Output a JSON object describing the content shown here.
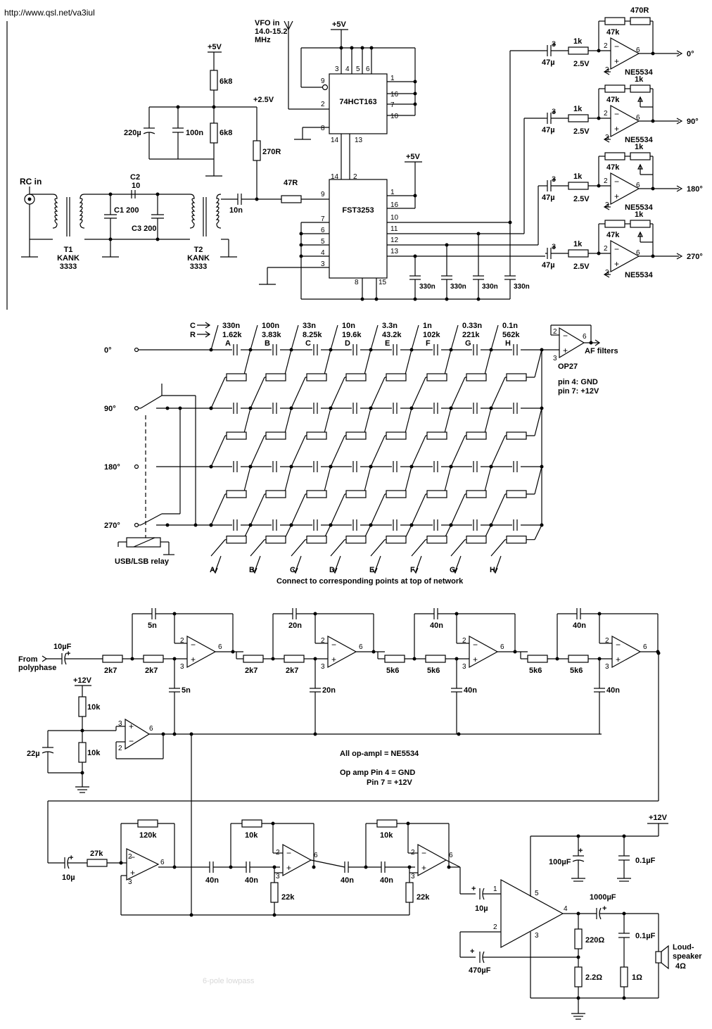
{
  "url": "http://www.qsl.net/va3iul",
  "top": {
    "rc_in": "RC in",
    "vfo_in": [
      "VFO in",
      "14.0-15.2",
      "MHz"
    ],
    "plus5v": "+5V",
    "plus2v5": "+2.5V",
    "t1": [
      "T1",
      "KANK",
      "3333"
    ],
    "t2": [
      "T2",
      "KANK",
      "3333"
    ],
    "c1": "C1 200",
    "c2": [
      "C2",
      "10"
    ],
    "c3": "C3 200",
    "c10n": "10n",
    "r47": "47R",
    "r270": "270R",
    "r6k8a": "6k8",
    "r6k8b": "6k8",
    "c220u": "220µ",
    "c100n": "100n",
    "counter": "74HCT163",
    "mux": "FST3253",
    "c330n": "330n",
    "amp_part": "NE5534",
    "amp_in_cap": "47µ",
    "amp_in_res": "1k",
    "amp_bias": "2.5V",
    "amp_fb": "47k",
    "amp_trim": "1k",
    "amp_fb_top": "470R",
    "phases": [
      "0°",
      "90°",
      "180°",
      "270°"
    ],
    "counter_pins": {
      "p3": "3",
      "p4": "4",
      "p5": "5",
      "p6": "6",
      "p9": "9",
      "p2": "2",
      "p8": "8",
      "p14": "14",
      "p13": "13",
      "p1": "1",
      "p16": "16",
      "p7": "7",
      "p10": "10"
    },
    "mux_pins": {
      "p14": "14",
      "p2": "2",
      "p9": "9",
      "p7": "7",
      "p6": "6",
      "p5": "5",
      "p4": "4",
      "p3": "3",
      "p1": "1",
      "p16": "16",
      "p10": "10",
      "p11": "11",
      "p12": "12",
      "p13": "13",
      "p8": "8",
      "p15": "15"
    },
    "op_pins": {
      "inv": "2",
      "non": "3",
      "out": "6"
    }
  },
  "network": {
    "c_label": "C",
    "r_label": "R",
    "columns": [
      {
        "c": "330n",
        "r": "1.62k",
        "id": "A"
      },
      {
        "c": "100n",
        "r": "3.83k",
        "id": "B"
      },
      {
        "c": "33n",
        "r": "8.25k",
        "id": "C"
      },
      {
        "c": "10n",
        "r": "19.6k",
        "id": "D"
      },
      {
        "c": "3.3n",
        "r": "43.2k",
        "id": "E"
      },
      {
        "c": "1n",
        "r": "102k",
        "id": "F"
      },
      {
        "c": "0.33n",
        "r": "221k",
        "id": "G"
      },
      {
        "c": "0.1n",
        "r": "562k",
        "id": "H"
      }
    ],
    "rows": [
      "0°",
      "90°",
      "180°",
      "270°"
    ],
    "op": "OP27",
    "op_pins": {
      "p2": "2",
      "p3": "3",
      "p6": "6"
    },
    "af_filters": "AF filters",
    "pin4": "pin 4: GND",
    "pin7": "pin 7: +12V",
    "relay": "USB/LSB relay",
    "bottom_ids": [
      "A",
      "B",
      "C",
      "D",
      "E",
      "F",
      "G",
      "H"
    ],
    "note": "Connect to corresponding points at top of network"
  },
  "filter": {
    "from": [
      "From",
      "polyphase"
    ],
    "c_in": "10µF",
    "stages": [
      {
        "r1": "2k7",
        "r2": "2k7",
        "cf": "5n",
        "cg": "5n"
      },
      {
        "r1": "2k7",
        "r2": "2k7",
        "cf": "20n",
        "cg": "20n"
      },
      {
        "r1": "5k6",
        "r2": "5k6",
        "cf": "40n",
        "cg": "40n"
      },
      {
        "r1": "5k6",
        "r2": "5k6",
        "cf": "40n",
        "cg": "40n"
      }
    ],
    "plus12": "+12V",
    "r10k_a": "10k",
    "r10k_b": "10k",
    "c22u": "22µ",
    "note1": "All op-ampl = NE5534",
    "note2": "Op amp Pin 4 = GND",
    "note3": "Pin 7 = +12V",
    "pins": {
      "p2": "2",
      "p3": "3",
      "p6": "6"
    }
  },
  "audio": {
    "c10u": "10µ",
    "r27k": "27k",
    "r120k": "120k",
    "c40n": "40n",
    "r10k": "10k",
    "r22k": "22k",
    "plus12": "+12V",
    "c100u": "100µF",
    "c01u_a": "0.1µF",
    "c1000u": "1000µF",
    "c01u_b": "0.1µF",
    "r220": "220Ω",
    "r2r2": "2.2Ω",
    "r1": "1Ω",
    "c470u": "470µF",
    "c10u_b": "10µ",
    "speaker": [
      "Loud-",
      "speaker",
      "4Ω"
    ],
    "pins": {
      "p1": "1",
      "p2": "2",
      "p3": "3",
      "p4": "4",
      "p5": "5",
      "op2": "2",
      "op3": "3",
      "op6": "6"
    },
    "faded": "6-pole lowpass"
  }
}
